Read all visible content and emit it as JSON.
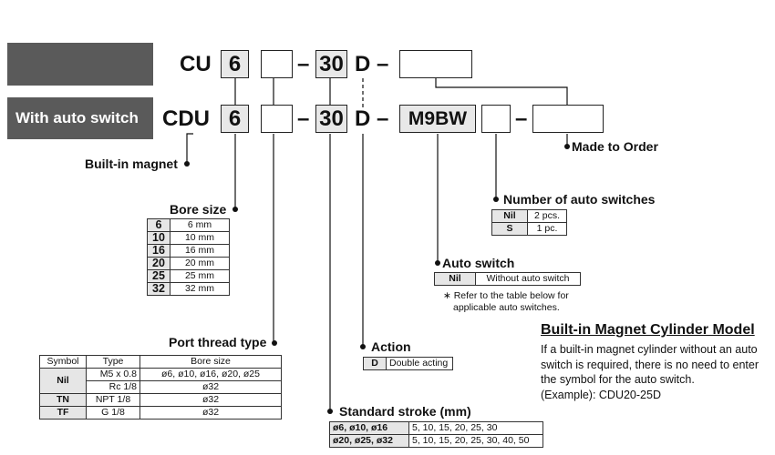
{
  "header": {
    "row1_label": "",
    "row2_label": "With auto switch",
    "row1": {
      "prefix": "CU",
      "bore": "6",
      "stroke": "30",
      "action": "D"
    },
    "row2": {
      "prefix": "CDU",
      "bore": "6",
      "stroke": "30",
      "action": "D",
      "switch": "M9BW"
    },
    "dash": "–"
  },
  "labels": {
    "built_in_magnet": "Built-in magnet",
    "bore_size": "Bore size",
    "port_thread_type": "Port thread type",
    "action": "Action",
    "standard_stroke": "Standard stroke (mm)",
    "auto_switch": "Auto switch",
    "number_of_switches": "Number of auto switches",
    "made_to_order": "Made to Order"
  },
  "bore_table": [
    {
      "code": "6",
      "size": "6 mm"
    },
    {
      "code": "10",
      "size": "10 mm"
    },
    {
      "code": "16",
      "size": "16 mm"
    },
    {
      "code": "20",
      "size": "20 mm"
    },
    {
      "code": "25",
      "size": "25 mm"
    },
    {
      "code": "32",
      "size": "32 mm"
    }
  ],
  "port_table": {
    "headers": [
      "Symbol",
      "Type",
      "Bore size"
    ],
    "rows": [
      {
        "symbol": "Nil",
        "type1": "M5 x 0.8",
        "bore1": "ø6, ø10, ø16, ø20, ø25",
        "type2": "Rc 1/8",
        "bore2": "ø32"
      },
      {
        "symbol": "TN",
        "type": "NPT 1/8",
        "bore": "ø32"
      },
      {
        "symbol": "TF",
        "type": "G 1/8",
        "bore": "ø32"
      }
    ]
  },
  "action_table": {
    "code": "D",
    "desc": "Double acting"
  },
  "stroke_table": [
    {
      "bore": "ø6, ø10, ø16",
      "strokes": "5, 10, 15, 20, 25, 30"
    },
    {
      "bore": "ø20, ø25, ø32",
      "strokes": "5, 10, 15, 20, 25, 30, 40, 50"
    }
  ],
  "switch_table": {
    "code": "Nil",
    "desc": "Without auto switch"
  },
  "switch_note": {
    "line1": "∗ Refer to the table below for",
    "line2": "applicable auto switches."
  },
  "count_table": [
    {
      "code": "Nil",
      "desc": "2 pcs."
    },
    {
      "code": "S",
      "desc": "1 pc."
    }
  ],
  "magnet_model": {
    "title": "Built-in Magnet Cylinder Model",
    "text": "If a built-in magnet cylinder without an auto switch is required, there is no need to enter the symbol for the auto switch.",
    "example": "(Example): CDU20-25D"
  }
}
